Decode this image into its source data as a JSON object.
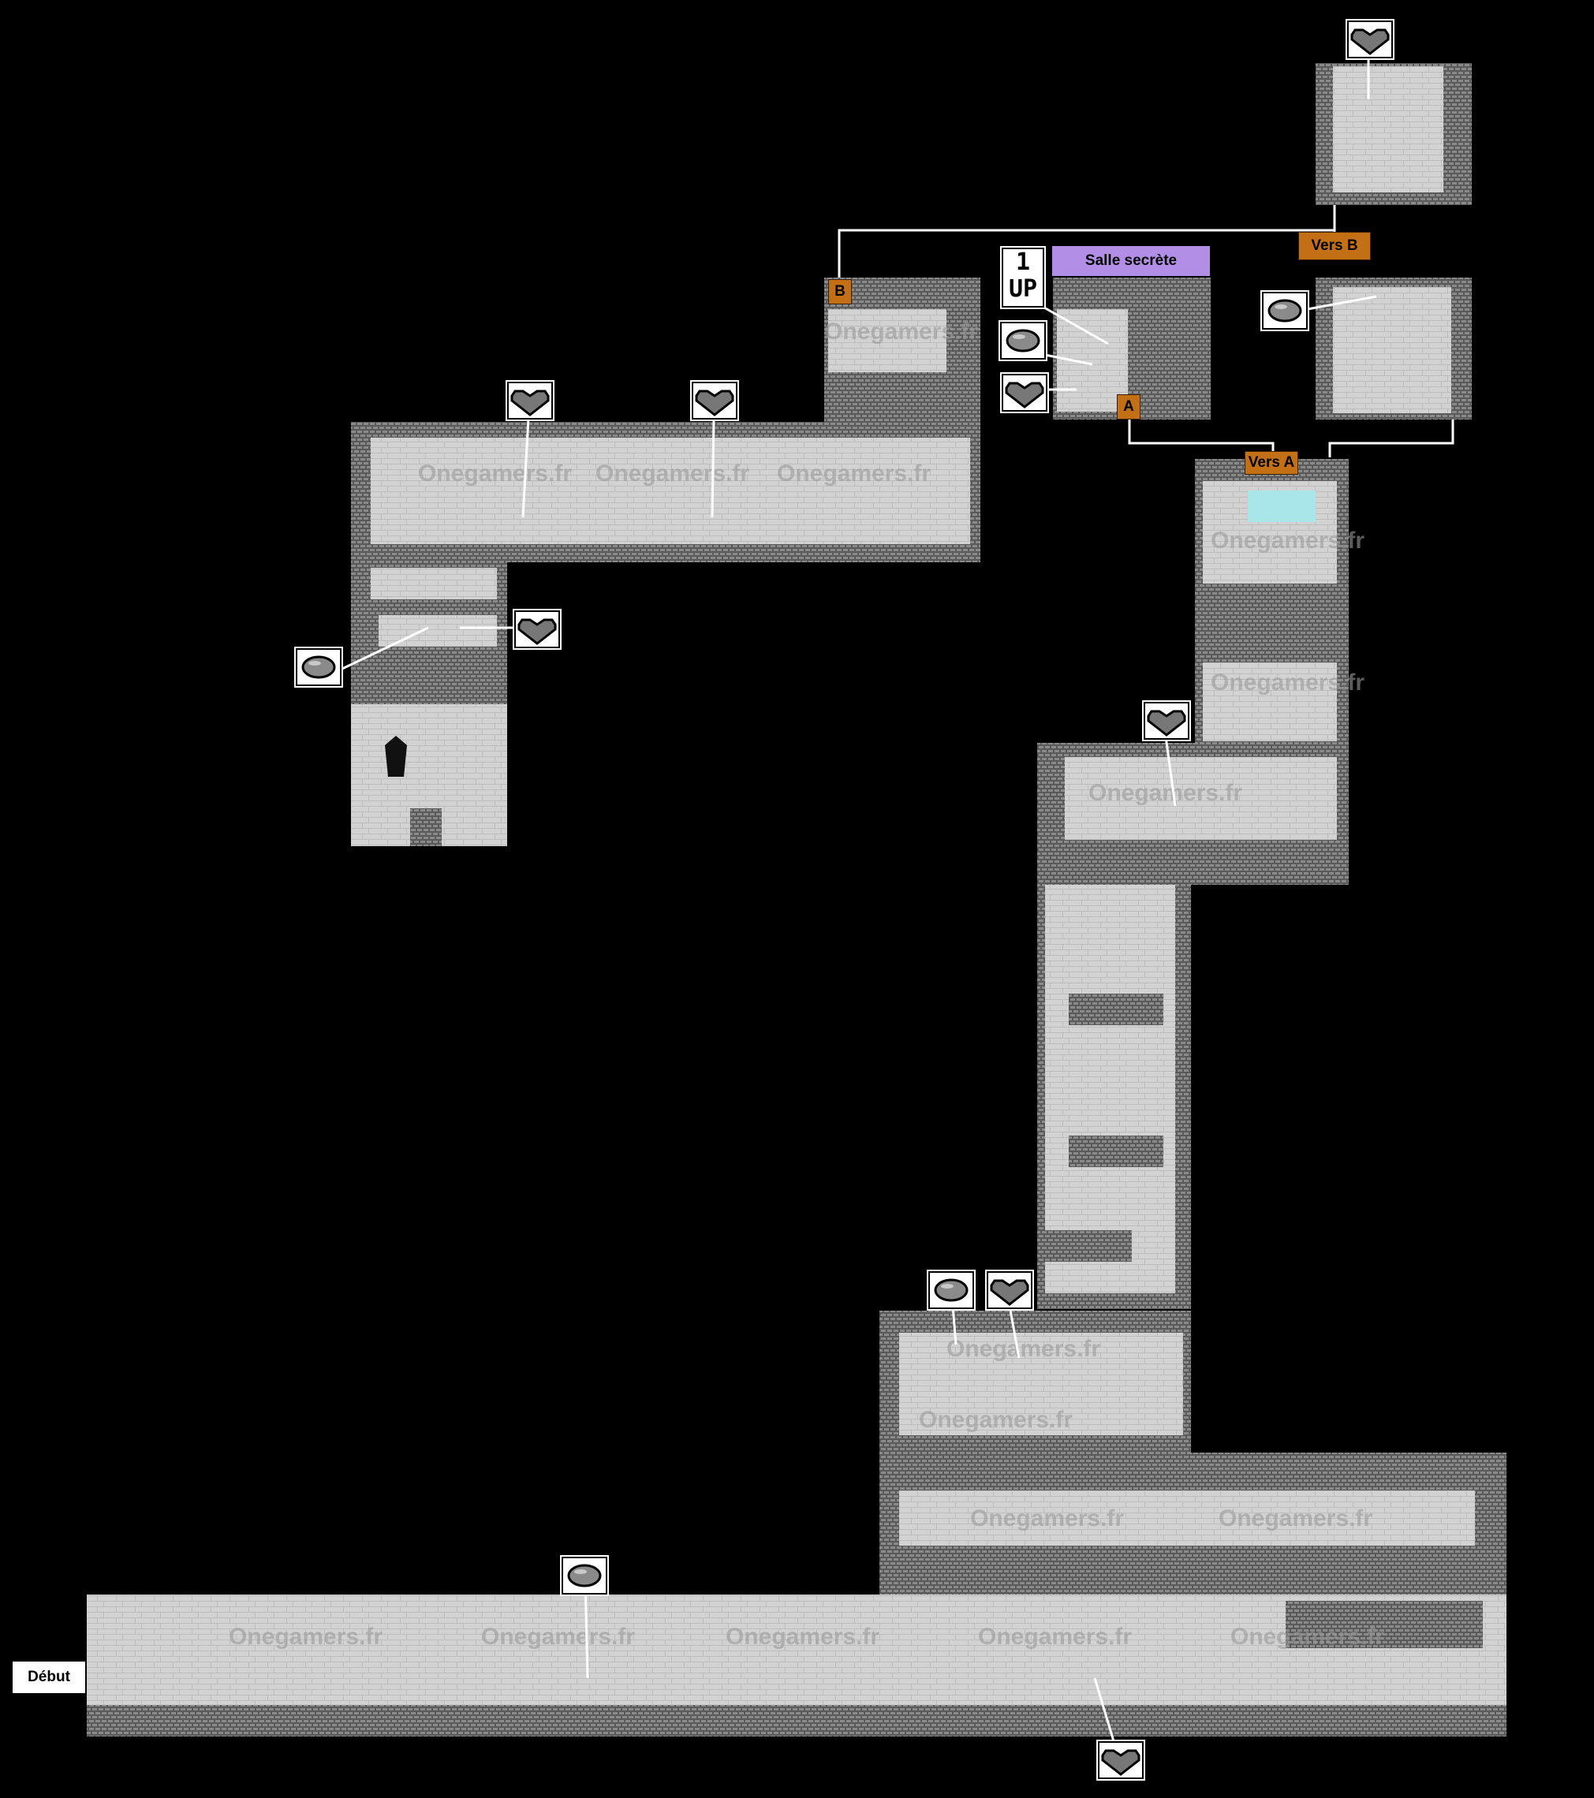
{
  "labels": {
    "start": "Début",
    "secret_room": "Salle secrète",
    "to_a": "Vers A",
    "to_b": "Vers B",
    "a": "A",
    "b": "B"
  },
  "watermark": "Onegamers.fr",
  "extra_life": {
    "top": "1",
    "bottom": "UP"
  },
  "colors": {
    "room": "#cfcfcf",
    "brick": "#5a5a5a",
    "marker_orange": "#c26f15",
    "marker_purple": "#b38ee6",
    "water": "#a8e6ea"
  },
  "icons": {
    "heart": "heart-icon",
    "orb": "orb-icon",
    "extra_life": "one-up-icon"
  }
}
